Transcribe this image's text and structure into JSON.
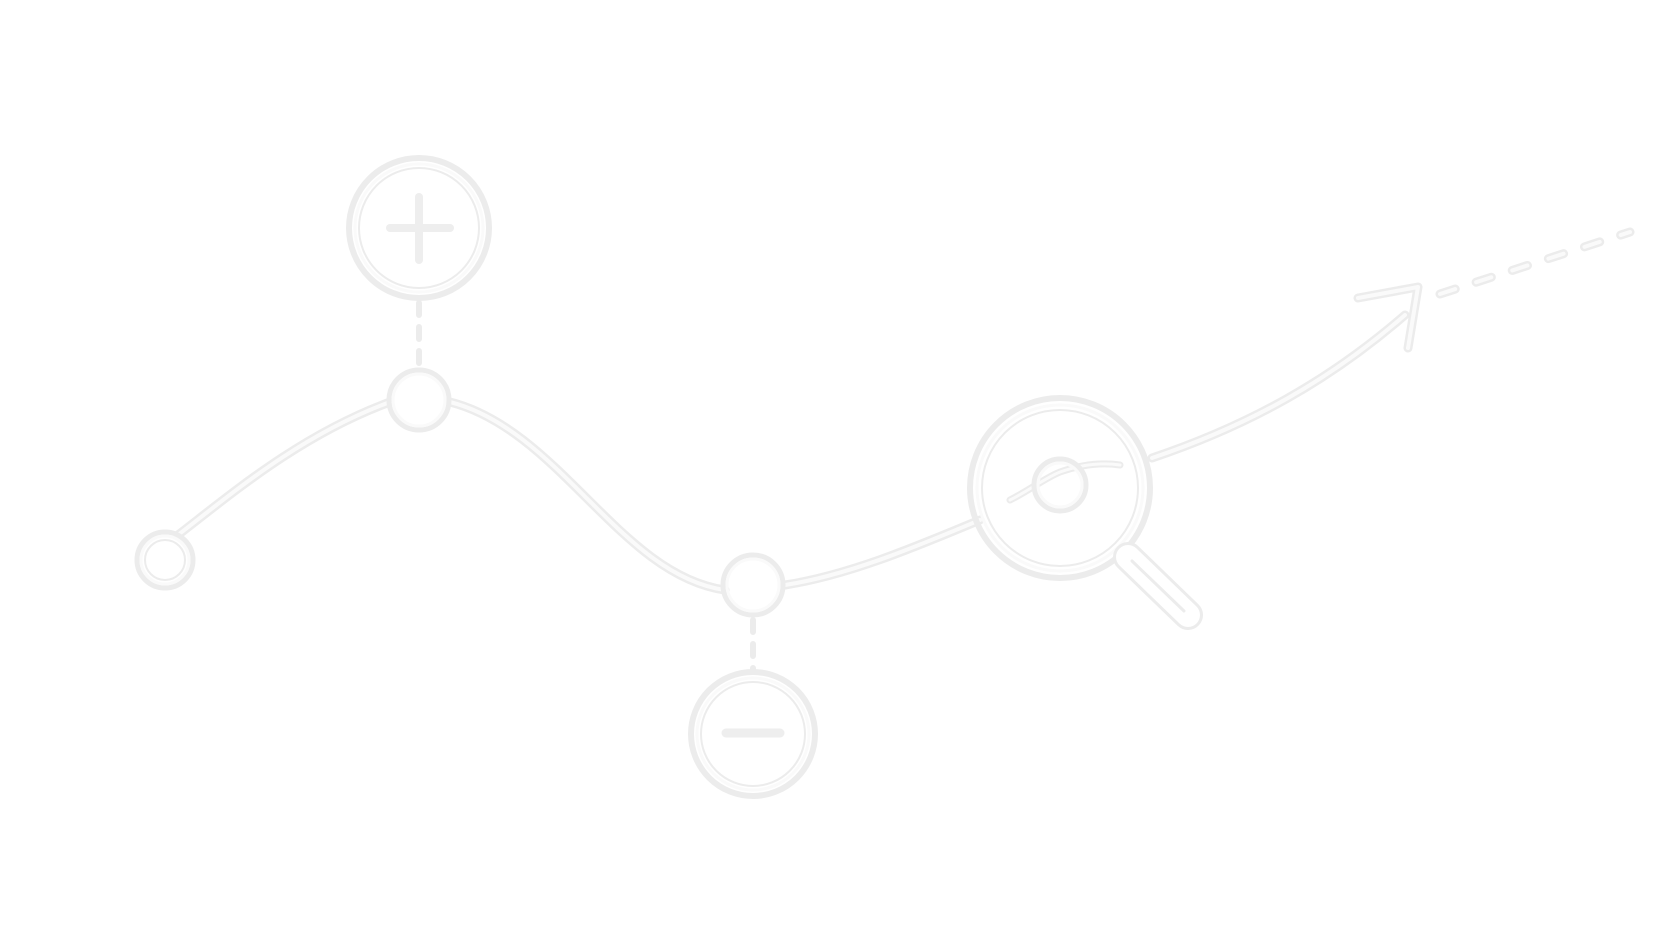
{
  "diagram": {
    "description_visible_text": [],
    "nodes": [
      {
        "id": "start-node",
        "kind": "endpoint"
      },
      {
        "id": "peak-node",
        "kind": "junction",
        "badge": "plus-icon"
      },
      {
        "id": "valley-node",
        "kind": "junction",
        "badge": "minus-icon"
      },
      {
        "id": "lens-node",
        "kind": "junction",
        "badge": "magnifier-icon"
      },
      {
        "id": "end-arrow",
        "kind": "arrow-head"
      }
    ],
    "edges": [
      {
        "from": "start-node",
        "to": "peak-node",
        "style": "solid"
      },
      {
        "from": "peak-node",
        "to": "valley-node",
        "style": "solid"
      },
      {
        "from": "valley-node",
        "to": "lens-node",
        "style": "solid"
      },
      {
        "from": "lens-node",
        "to": "end-arrow",
        "style": "solid"
      },
      {
        "from": "end-arrow",
        "to": "continuation",
        "style": "dashed"
      },
      {
        "from": "peak-node",
        "to": "plus-badge",
        "style": "dashed"
      },
      {
        "from": "valley-node",
        "to": "minus-badge",
        "style": "dashed"
      }
    ],
    "colors": {
      "outer_stroke": "#ececec",
      "inner_stroke": "#fafafa",
      "glyph": "#eeeeee",
      "background": "#ffffff"
    },
    "icons": [
      "plus-icon",
      "minus-icon",
      "magnifier-icon",
      "arrow-icon"
    ]
  }
}
